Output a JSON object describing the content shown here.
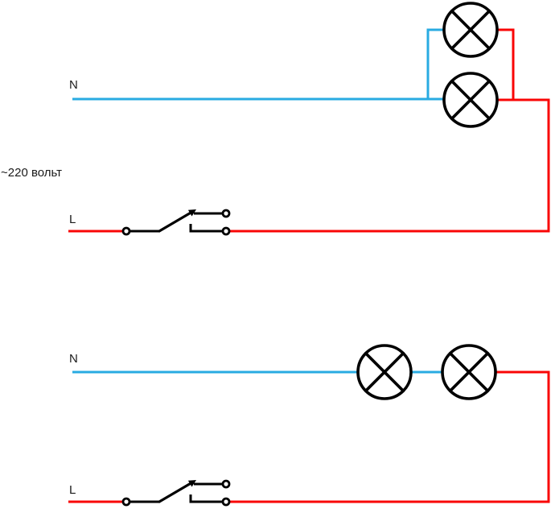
{
  "diagram": {
    "voltage_label": "~220 вольт",
    "top_circuit": {
      "neutral_label": "N",
      "line_label": "L",
      "lamp_count": 2,
      "arrangement": "parallel"
    },
    "bottom_circuit": {
      "neutral_label": "N",
      "line_label": "L",
      "lamp_count": 2,
      "arrangement": "series"
    },
    "colors": {
      "neutral_wire": "#29abe2",
      "line_wire": "#f90606",
      "symbol": "#000000",
      "background": "#ffffff"
    }
  }
}
